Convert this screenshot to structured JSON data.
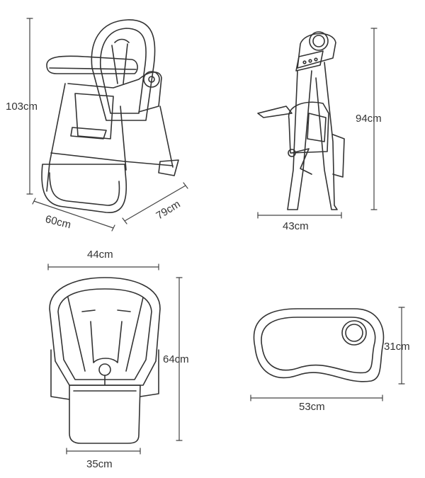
{
  "colors": {
    "line": "#333333",
    "dim": "#444444"
  },
  "views": {
    "three_quarter": {
      "height_label": "103cm",
      "width_label": "60cm",
      "depth_label": "79cm"
    },
    "side_folded": {
      "height_label": "94cm",
      "width_label": "43cm"
    },
    "front_seat": {
      "top_width_label": "44cm",
      "height_label": "64cm",
      "bottom_width_label": "35cm"
    },
    "tray": {
      "width_label": "53cm",
      "depth_label": "31cm"
    }
  }
}
